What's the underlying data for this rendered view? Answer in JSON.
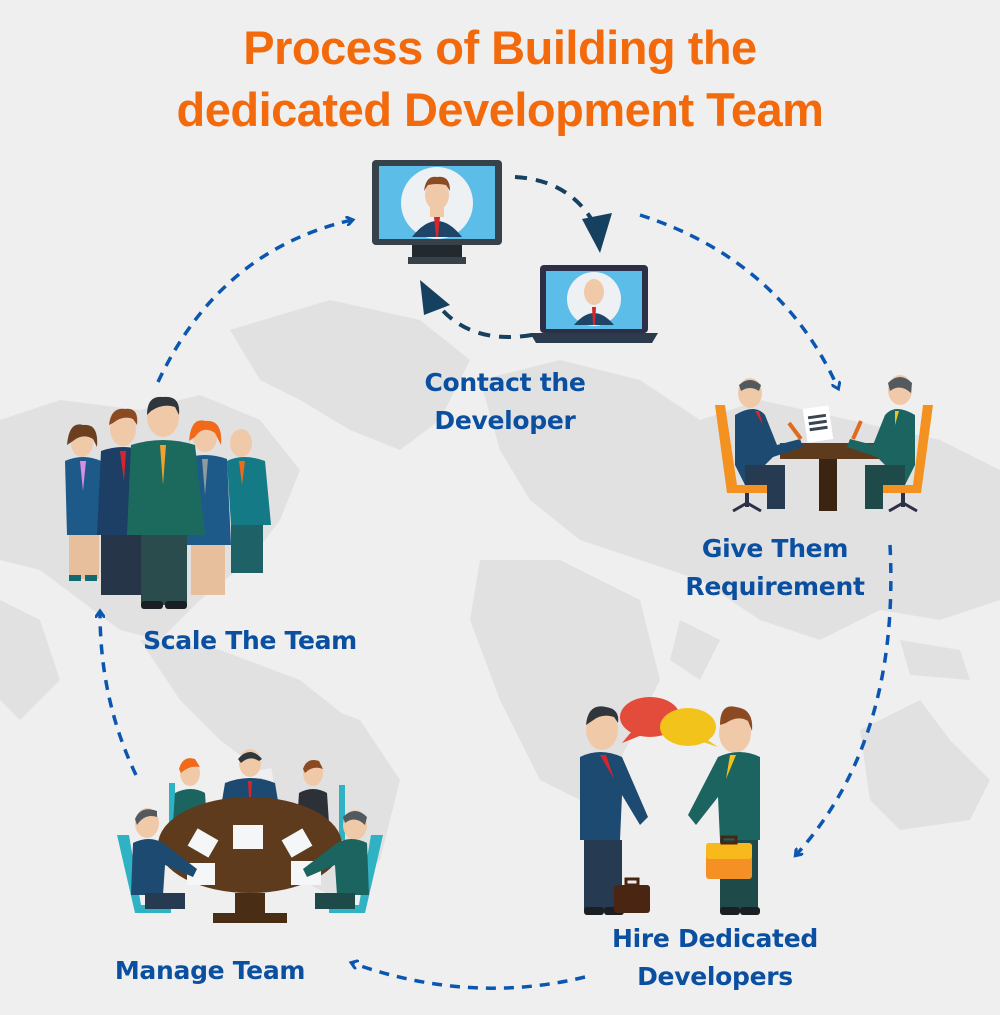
{
  "title": {
    "line1": "Process of Building the",
    "line2": "dedicated Development Team"
  },
  "steps": [
    {
      "id": "contact",
      "line1": "Contact the",
      "line2": "Developer",
      "icon": "video-call-icon"
    },
    {
      "id": "requirement",
      "line1": "Give Them",
      "line2": "Requirement",
      "icon": "meeting-desk-icon"
    },
    {
      "id": "hire",
      "line1": "Hire Dedicated",
      "line2": "Developers",
      "icon": "handshake-conversation-icon"
    },
    {
      "id": "manage",
      "line1": "Manage Team",
      "line2": "",
      "icon": "round-table-meeting-icon"
    },
    {
      "id": "scale",
      "line1": "Scale The Team",
      "line2": "",
      "icon": "team-group-icon"
    }
  ],
  "colors": {
    "title": "#f26a0b",
    "label": "#0a4fa0",
    "arrow": "#0a56b0",
    "background": "#efefef",
    "map": "#e0e0e0"
  }
}
